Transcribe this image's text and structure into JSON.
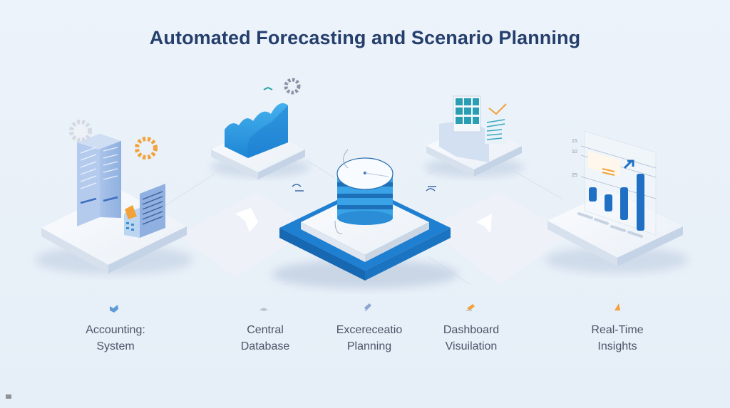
{
  "title": "Automated Forecasting and Scenario Planning",
  "colors": {
    "background": "#eaf1f9",
    "title": "#253f6d",
    "label": "#4a5568",
    "primary_blue": "#1f7fd1",
    "light_blue": "#3aa2e6",
    "building_blue": "#9dbbe6",
    "orange": "#f2a23a",
    "teal": "#2a9fb3",
    "platform": "#f4f7fb"
  },
  "nodes": [
    {
      "id": "accounting",
      "line1": "Accounting:",
      "line2": "System",
      "icon": "accounting-icon",
      "illustration": "office-buildings-with-gears"
    },
    {
      "id": "database",
      "line1": "Central",
      "line2": "Database",
      "icon": "database-icon",
      "illustration": "database-cylinder-on-blue-platform"
    },
    {
      "id": "planning",
      "line1": "Excereceatio",
      "line2": "Planning",
      "icon": "planning-icon",
      "illustration": "area-chart-with-gear"
    },
    {
      "id": "dashboard",
      "line1": "Dashboard",
      "line2": "Visuilation",
      "icon": "dashboard-icon",
      "illustration": "dashboard-panels"
    },
    {
      "id": "insights",
      "line1": "Real-Time",
      "line2": "Insights",
      "icon": "insights-icon",
      "illustration": "bar-chart-with-arrow"
    }
  ],
  "insights_chart": {
    "y_ticks": [
      "15",
      "10",
      "25"
    ]
  }
}
